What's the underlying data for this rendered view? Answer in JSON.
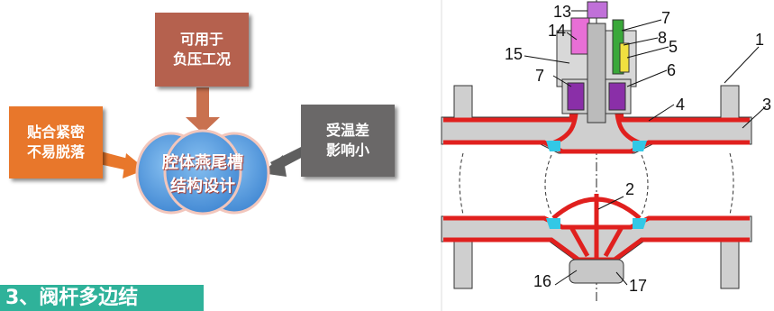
{
  "concept_map": {
    "center": {
      "line1": "腔体燕尾槽",
      "line2": "结构设计"
    },
    "top_box": {
      "line1": "可用于",
      "line2": "负压工况"
    },
    "left_box": {
      "line1": "贴合紧密",
      "line2": "不易脱落"
    },
    "right_box": {
      "line1": "受温差",
      "line2": "影响小"
    }
  },
  "section_header": "3、阀杆多边结",
  "drawing_labels": [
    "13",
    "14",
    "15",
    "7",
    "7",
    "8",
    "5",
    "6",
    "4",
    "1",
    "3",
    "2",
    "16",
    "17"
  ],
  "colors": {
    "accent_red": "#e0201e",
    "cyan_seat": "#32c8e6",
    "header_teal": "#2fb29a",
    "box_rust": "#b5614e",
    "box_orange": "#e8772b",
    "box_gray": "#6a6868",
    "center_blue": "#4a8fd6"
  }
}
